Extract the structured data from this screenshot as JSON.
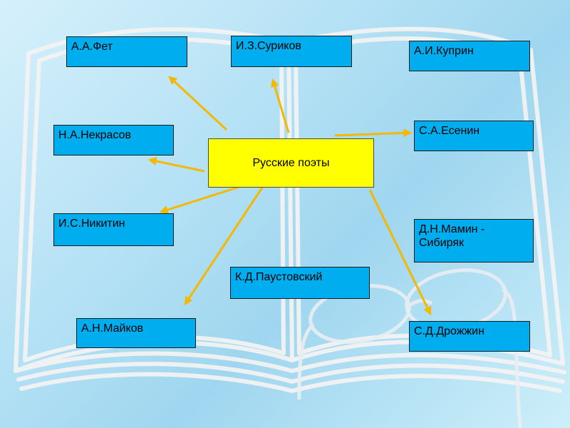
{
  "center_label": "Русские поэты",
  "poets": {
    "fet": "А.А.Фет",
    "surikov": "И.З.Суриков",
    "kuprin": "А.И.Куприн",
    "nekrasov": "Н.А.Некрасов",
    "esenin": "С.А.Есенин",
    "nikitin": "И.С.Никитин",
    "mamin": "Д.Н.Мамин - Сибиряк",
    "paustovsky": "К.Д.Паустовский",
    "maykov": "А.Н.Майков",
    "drozhzhin": "С.Д.Дрожжин"
  },
  "colors": {
    "node_fill": "#00aef0",
    "center_fill": "#ffff00",
    "arrow": "#f5b800"
  }
}
